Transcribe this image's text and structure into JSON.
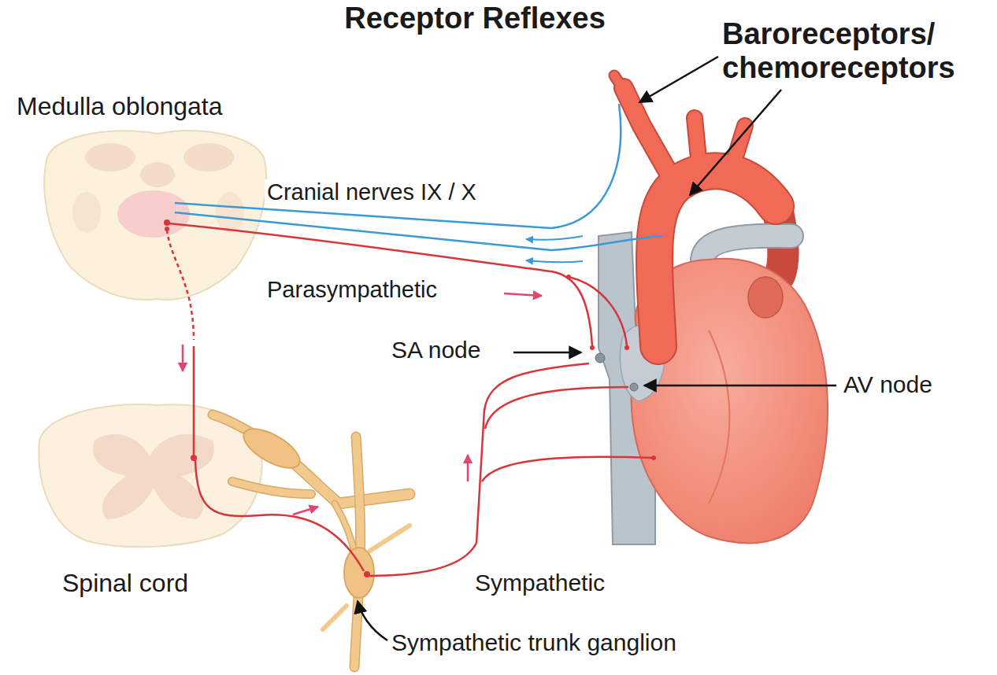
{
  "diagram": {
    "title": "Receptor Reflexes",
    "labels": [
      "Baroreceptors/ chemoreceptors",
      "Medulla oblongata",
      "Cranial nerves IX / X",
      "Parasympathetic",
      "SA node",
      "AV node",
      "Sympathetic",
      "Spinal cord",
      "Sympathetic trunk ganglion"
    ]
  }
}
